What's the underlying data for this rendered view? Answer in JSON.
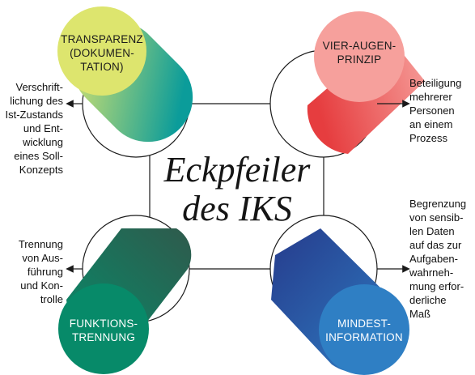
{
  "diagram": {
    "title": "Eckpfeiler\ndes IKS",
    "pillars": {
      "top_left": {
        "label": "TRANSPARENZ\n(DOKUMEN-\nTATION)",
        "description": "Verschrift-\nlichung des\nIst-Zustands\nund Ent-\nwicklung\neines Soll-\nKonzepts",
        "color_start": "#dde56e",
        "color_end": "#0b9c9a"
      },
      "top_right": {
        "label": "VIER-AUGEN-\nPRINZIP",
        "description": "Beteiligung\nmehrerer\nPersonen\nan einem\nProzess",
        "color_start": "#f6a09c",
        "color_end": "#e63d3f"
      },
      "bottom_left": {
        "label": "FUNKTIONS-\nTRENNUNG",
        "description": "Trennung\nvon Aus-\nführung\nund Kon-\ntrolle",
        "color_start": "#078a69",
        "color_end": "#2f5a4c"
      },
      "bottom_right": {
        "label": "MINDEST-\nINFORMATION",
        "description": "Begrenzung\nvon sensib-\nlen Daten\nauf das zur\nAufgaben-\nwahrneh-\nmung erfor-\nderliche\nMaß",
        "color_start": "#263b8c",
        "color_end": "#2f7fc4"
      }
    },
    "line_color": "#1a1a1a"
  }
}
